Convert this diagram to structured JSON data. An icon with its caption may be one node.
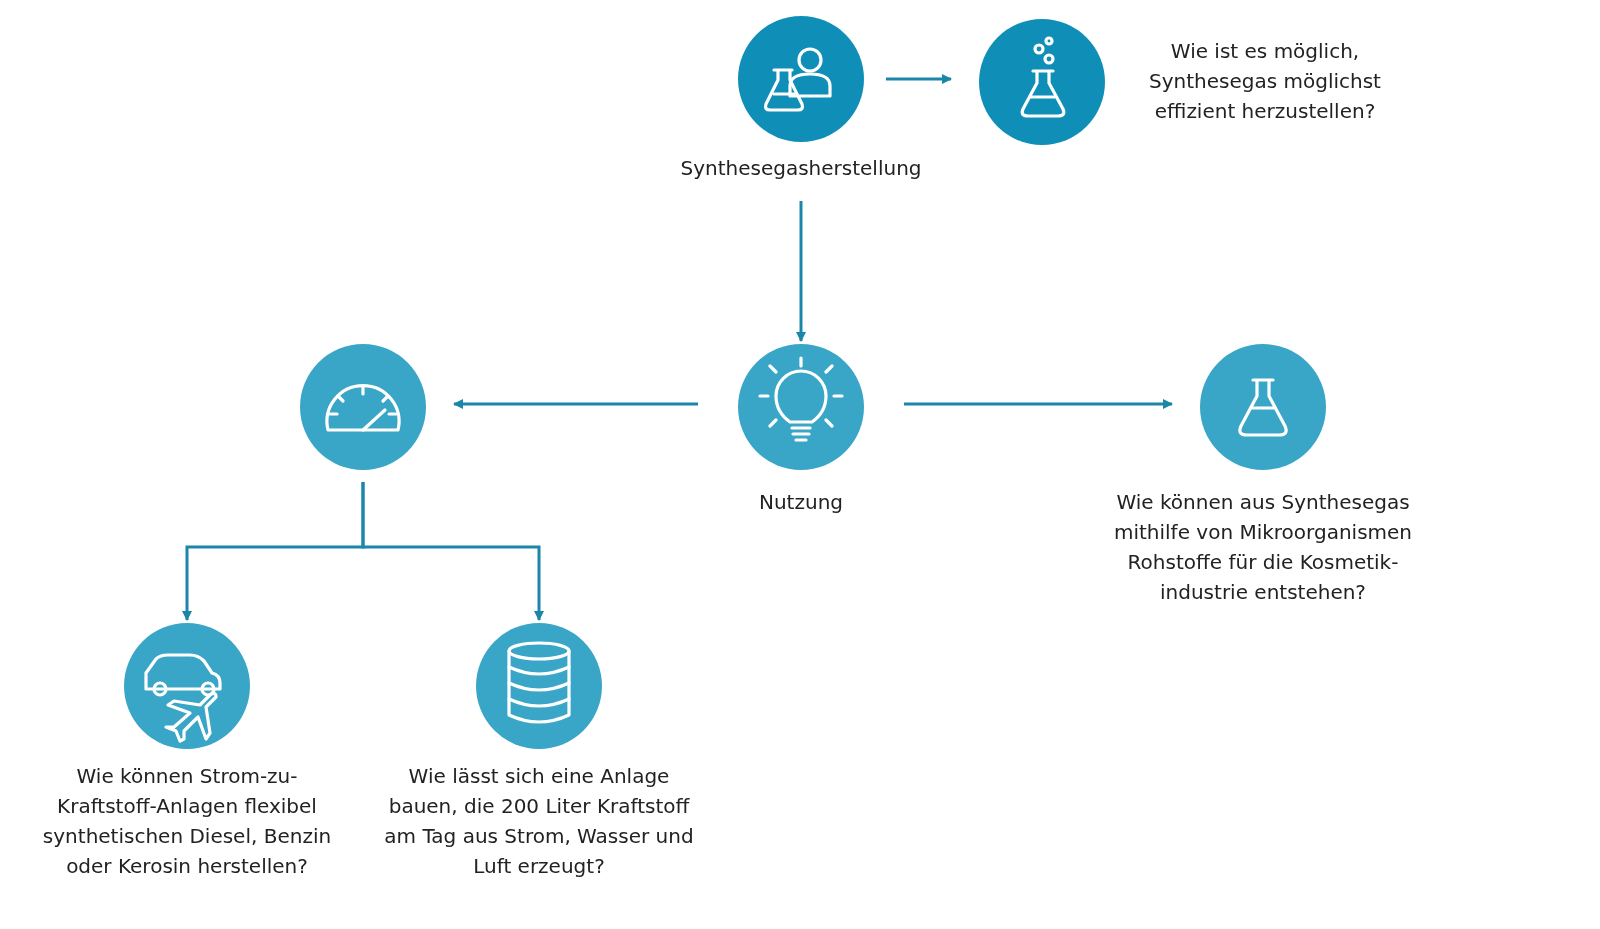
{
  "diagram": {
    "nodes": [
      {
        "text": [
          "Synthesegasherstellung"
        ]
      },
      {
        "text": [
          "Wie ist es möglich, Synthesegas möglichst effizient herzustellen?"
        ]
      },
      {
        "text": [
          "Nutzung"
        ]
      },
      {
        "text": [],
        "shape": "circle"
      },
      {
        "text": [
          "Wie können aus Synthesegas mithilfe von Mikroorganismen Rohstoffe für die Kosmetik-industrie entstehen?"
        ]
      },
      {
        "text": [
          "Wie können Strom-zu-Kraftstoff-Anlagen flexibel synthetischen Diesel, Benzin oder Kerosin herstellen?"
        ]
      },
      {
        "text": [
          "Wie lässt sich eine Anlage bauen, die 200 Liter Kraftstoff am Tag aus Strom, Wasser und Luft erzeugt?"
        ]
      }
    ],
    "edges": [
      {
        "from": 0,
        "to": 1,
        "arrow": "to"
      },
      {
        "from": 0,
        "to": 2,
        "arrow": "to"
      },
      {
        "from": 2,
        "to": 3,
        "arrow": "to"
      },
      {
        "from": 2,
        "to": 4,
        "arrow": "to"
      },
      {
        "from": 3,
        "to": 5,
        "arrow": "to"
      },
      {
        "from": 3,
        "to": 6,
        "arrow": "to"
      }
    ]
  }
}
